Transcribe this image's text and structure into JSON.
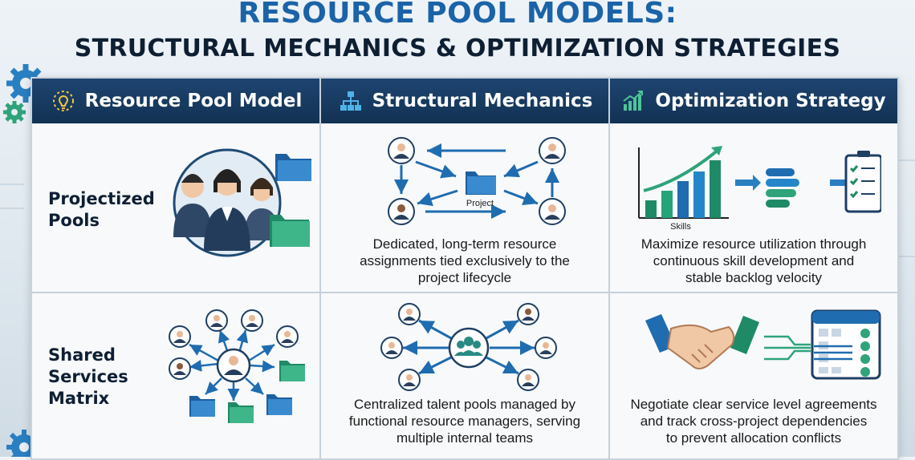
{
  "title": {
    "line1": "RESOURCE POOL MODELS:",
    "line2": "STRUCTURAL MECHANICS & OPTIMIZATION STRATEGIES"
  },
  "columns": [
    {
      "label": "Resource Pool Model",
      "icon": "lightbulb-gear-icon"
    },
    {
      "label": "Structural Mechanics",
      "icon": "org-chart-icon"
    },
    {
      "label": "Optimization Strategy",
      "icon": "growth-chart-icon"
    }
  ],
  "rows": [
    {
      "model": "Projectized\nPools",
      "mechanics_diagram_label": "Project",
      "mechanics": "Dedicated, long-term resource\nassignments tied exclusively to the\nproject lifecycle",
      "optimization_diagram_label": "Skills",
      "optimization": "Maximize resource utilization through\ncontinuous skill development and\nstable backlog velocity"
    },
    {
      "model": "Shared\nServices\nMatrix",
      "mechanics": "Centralized talent pools managed by\nfunctional resource managers, serving\nmultiple internal teams",
      "optimization": "Negotiate clear service level agreements\nand track cross-project dependencies\nto prevent allocation conflicts"
    }
  ],
  "colors": {
    "title_blue": "#1b63a8",
    "header_navy": "#163a60",
    "accent_blue": "#2a7fc1",
    "accent_green": "#2fa37a"
  }
}
